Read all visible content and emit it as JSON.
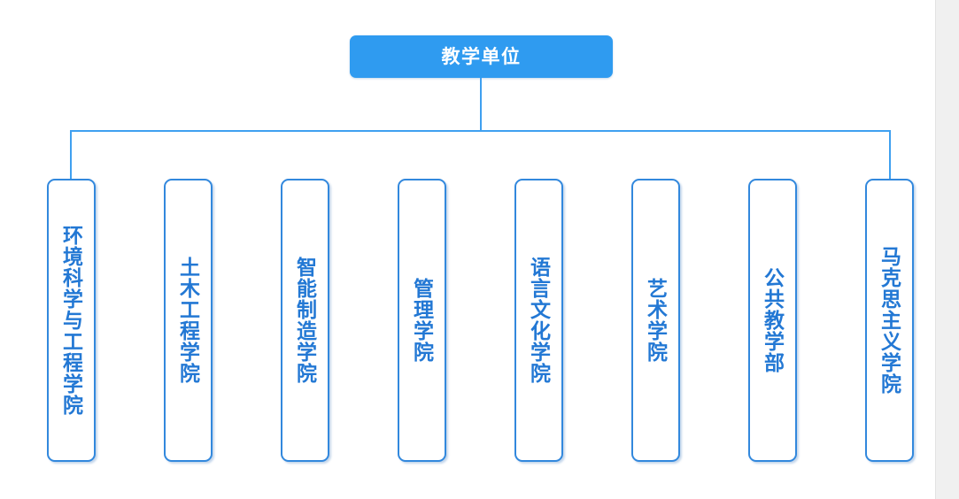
{
  "chart_data": {
    "type": "diagram",
    "diagram_type": "organizational-chart",
    "orientation": "top-down",
    "title": "教学单位",
    "levels": 2,
    "root": {
      "label": "教学单位",
      "fill_color": "#2f9bf0",
      "text_color": "#ffffff"
    },
    "children_count": 8,
    "children_labels": [
      "环境科学与工程学院",
      "土木工程学院",
      "智能制造学院",
      "管理学院",
      "语言文化学院",
      "艺术学院",
      "公共教学部",
      "马克思主义学院"
    ],
    "connector_color": "#3fa0f0"
  },
  "colors": {
    "root_fill": "#2f9bf0",
    "root_text": "#ffffff",
    "child_border": "#3288dd",
    "child_fill": "#ffffff",
    "child_text": "#2378d4",
    "connector": "#3fa0f0",
    "page_background": "#ffffff",
    "gutter": "#f0f0f0"
  },
  "root": {
    "label": "教学单位"
  },
  "children": [
    {
      "label": "环境科学与工程学院",
      "has_connector": true
    },
    {
      "label": "土木工程学院",
      "has_connector": false
    },
    {
      "label": "智能制造学院",
      "has_connector": false
    },
    {
      "label": "管理学院",
      "has_connector": false
    },
    {
      "label": "语言文化学院",
      "has_connector": false
    },
    {
      "label": "艺术学院",
      "has_connector": false
    },
    {
      "label": "公共教学部",
      "has_connector": false
    },
    {
      "label": "马克思主义学院",
      "has_connector": true
    }
  ]
}
